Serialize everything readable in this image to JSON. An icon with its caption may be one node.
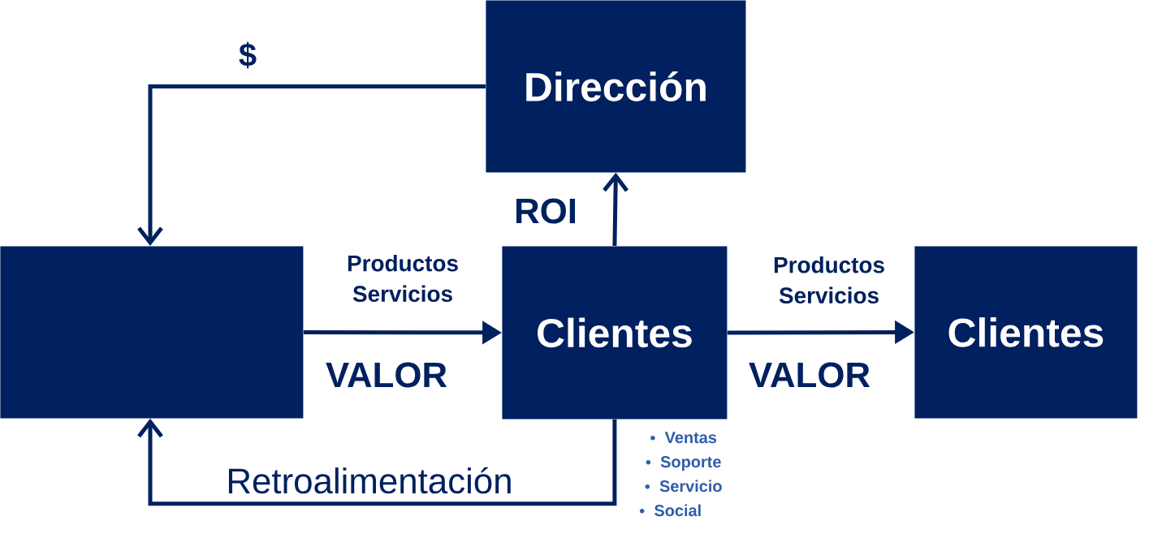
{
  "diagram": {
    "nodes": [
      {
        "text": [
          "Dirección"
        ]
      },
      {
        "text": [],
        "shape": "box"
      },
      {
        "text": [
          "Clientes"
        ],
        "beside": [
          "Ventas",
          "Soporte",
          "Servicio",
          "Social"
        ]
      },
      {
        "text": [
          "Clientes"
        ]
      }
    ],
    "edges": [
      {
        "from": 0,
        "to": 1,
        "arrow": "to",
        "label": "$"
      },
      {
        "from": 1,
        "to": 2,
        "arrow": "to",
        "label": "Productos Servicios"
      },
      {
        "from": 2,
        "to": 0,
        "arrow": "to",
        "label": "ROI"
      },
      {
        "from": 2,
        "to": 3,
        "arrow": "to",
        "label": "Productos Servicios"
      },
      {
        "from": 2,
        "to": 1,
        "arrow": "to",
        "label": "Retroalimentación"
      }
    ],
    "labels": [
      "VALOR",
      "VALOR"
    ]
  }
}
